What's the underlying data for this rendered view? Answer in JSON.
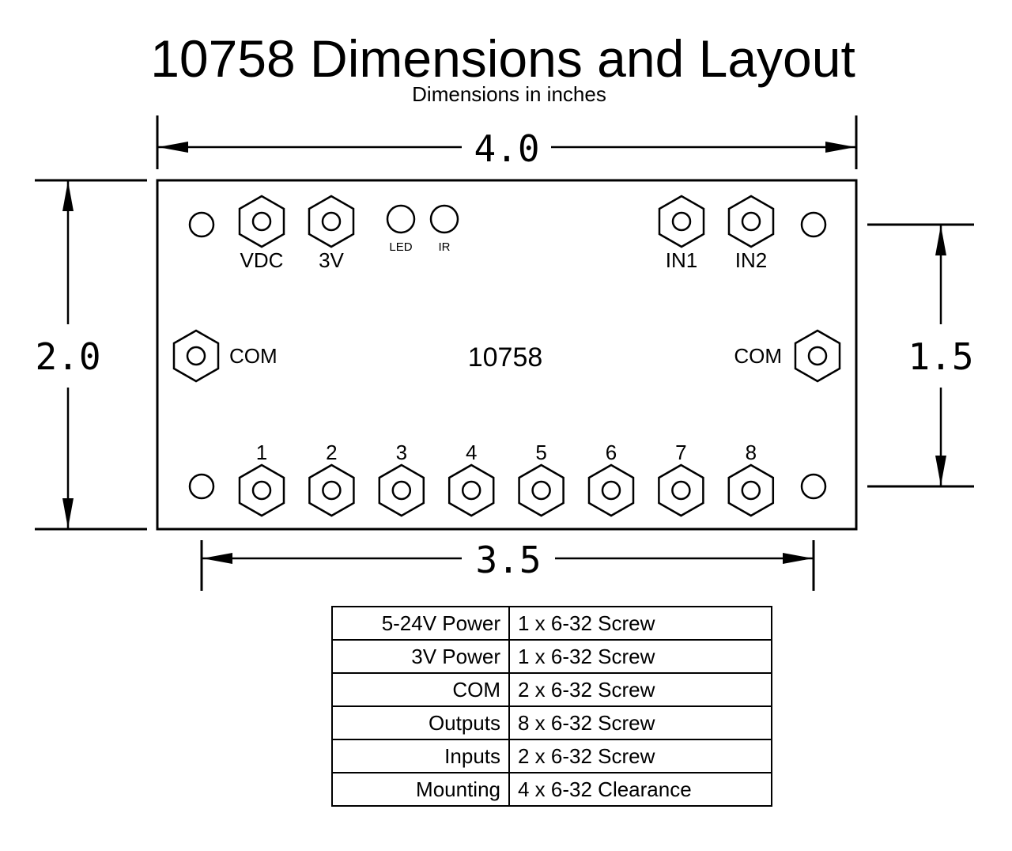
{
  "title": "10758 Dimensions and Layout",
  "subtitle": "Dimensions in inches",
  "board": {
    "id_label": "10758",
    "width_in": 4.0,
    "height_in": 2.0
  },
  "dimensions": {
    "overall_width": "4.0",
    "overall_height": "2.0",
    "hole_span_width": "3.5",
    "hole_span_height": "1.5"
  },
  "terminals": {
    "top": [
      {
        "label": "VDC",
        "type": "screw"
      },
      {
        "label": "3V",
        "type": "screw"
      },
      {
        "label": "IN1",
        "type": "screw"
      },
      {
        "label": "IN2",
        "type": "screw"
      }
    ],
    "indicators": [
      {
        "label": "LED",
        "type": "indicator"
      },
      {
        "label": "IR",
        "type": "indicator"
      }
    ],
    "com": [
      {
        "label": "COM",
        "side": "left"
      },
      {
        "label": "COM",
        "side": "right"
      }
    ],
    "outputs": [
      "1",
      "2",
      "3",
      "4",
      "5",
      "6",
      "7",
      "8"
    ],
    "mounting_holes": 4
  },
  "spec_table": [
    {
      "function": "5-24V Power",
      "hardware": "1 x 6-32 Screw"
    },
    {
      "function": "3V Power",
      "hardware": "1 x 6-32 Screw"
    },
    {
      "function": "COM",
      "hardware": "2 x 6-32 Screw"
    },
    {
      "function": "Outputs",
      "hardware": "8 x 6-32 Screw"
    },
    {
      "function": "Inputs",
      "hardware": "2 x 6-32 Screw"
    },
    {
      "function": "Mounting",
      "hardware": "4 x 6-32 Clearance"
    }
  ]
}
